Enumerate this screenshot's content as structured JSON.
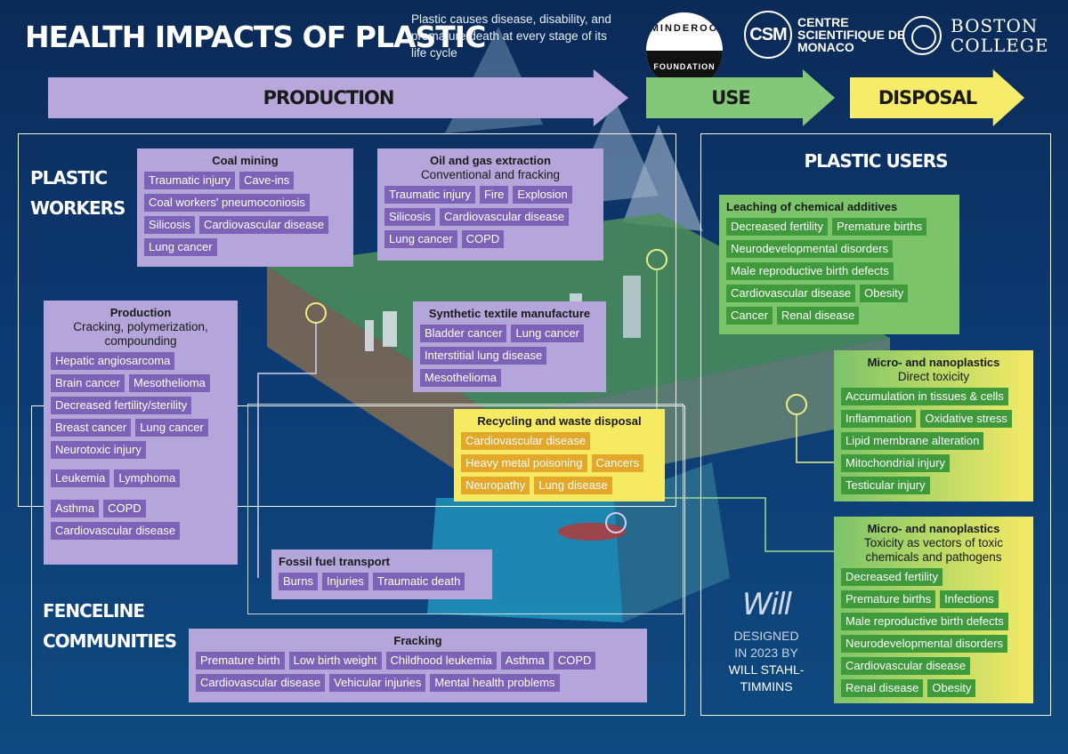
{
  "title": "HEALTH IMPACTS OF PLASTIC",
  "subtitle": "Plastic causes disease, disability, and premature death at every stage of its life cycle",
  "logos": {
    "minderoo_top": "MINDEROO",
    "minderoo_bottom": "FOUNDATION",
    "csm_mark": "CSM",
    "csm_text": "CENTRE SCIENTIFIQUE DE MONACO",
    "bc_text": "BOSTON COLLEGE"
  },
  "stages": {
    "production": "PRODUCTION",
    "use": "USE",
    "disposal": "DISPOSAL"
  },
  "headings": {
    "plastic_workers": "PLASTIC WORKERS",
    "fenceline": "FENCELINE COMMUNITIES",
    "plastic_users": "PLASTIC USERS"
  },
  "boxes": {
    "coal": {
      "title": "Coal mining",
      "tags": [
        "Traumatic injury",
        "Cave-ins",
        "Coal workers' pneumoconiosis",
        "Silicosis",
        "Cardiovascular disease",
        "Lung cancer"
      ]
    },
    "oilgas": {
      "title": "Oil and gas extraction",
      "sub": "Conventional and fracking",
      "tags": [
        "Traumatic injury",
        "Fire",
        "Explosion",
        "Silicosis",
        "Cardiovascular disease",
        "Lung cancer",
        "COPD"
      ]
    },
    "production": {
      "title": "Production",
      "sub": "Cracking, polymerization, compounding",
      "tags": [
        "Hepatic angiosarcoma",
        "Brain cancer",
        "Mesothelioma",
        "Decreased fertility/sterility",
        "Breast cancer",
        "Lung cancer",
        "Neurotoxic injury"
      ],
      "tags2": [
        "Leukemia",
        "Lymphoma"
      ],
      "tags3": [
        "Asthma",
        "COPD",
        "Cardiovascular disease"
      ]
    },
    "textile": {
      "title": "Synthetic textile manufacture",
      "tags": [
        "Bladder cancer",
        "Lung cancer",
        "Interstitial lung disease",
        "Mesothelioma"
      ]
    },
    "recycling": {
      "title": "Recycling and waste disposal",
      "tags": [
        "Cardiovascular disease",
        "Heavy metal poisoning",
        "Cancers",
        "Neuropathy",
        "Lung disease"
      ]
    },
    "fossil": {
      "title": "Fossil fuel transport",
      "tags": [
        "Burns",
        "Injuries",
        "Traumatic death"
      ]
    },
    "fracking": {
      "title": "Fracking",
      "tags": [
        "Premature birth",
        "Low birth weight",
        "Childhood leukemia",
        "Asthma",
        "COPD",
        "Cardiovascular disease",
        "Vehicular injuries",
        "Mental health problems"
      ]
    },
    "leaching": {
      "title": "Leaching of chemical additives",
      "tags": [
        "Decreased fertility",
        "Premature births",
        "Neurodevelopmental disorders",
        "Male reproductive birth defects",
        "Cardiovascular disease",
        "Obesity",
        "Cancer",
        "Renal disease"
      ]
    },
    "micro1": {
      "title": "Micro- and nanoplastics",
      "sub": "Direct toxicity",
      "tags": [
        "Accumulation in tissues & cells",
        "Inflammation",
        "Oxidative stress",
        "Lipid membrane alteration",
        "Mitochondrial injury",
        "Testicular injury"
      ]
    },
    "micro2": {
      "title": "Micro- and nanoplastics",
      "sub": "Toxicity as vectors of toxic chemicals and pathogens",
      "tags": [
        "Decreased fertility",
        "Premature births",
        "Infections",
        "Male reproductive birth defects",
        "Neurodevelopmental disorders",
        "Cardiovascular disease",
        "Renal disease",
        "Obesity"
      ]
    }
  },
  "credit": {
    "mark": "Will",
    "line1": "DESIGNED IN 2023 BY",
    "line2": "WILL STAHL-TIMMINS"
  },
  "colors": {
    "production": "#b7a7db",
    "use": "#82c878",
    "disposal": "#f7ec6a",
    "purple_tag": "#7c63b8",
    "green_tag": "#3f9a3c",
    "yellow_tag": "#e3a72a"
  }
}
